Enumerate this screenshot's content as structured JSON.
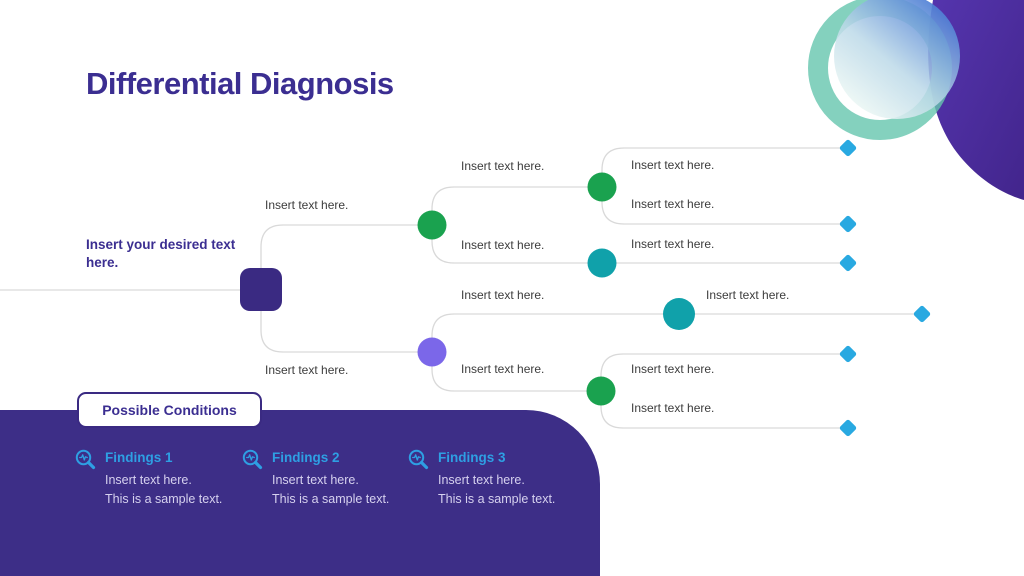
{
  "title": "Differential Diagnosis",
  "intro": {
    "text": "Insert your desired text here."
  },
  "tree": {
    "labels": [
      "Insert text here.",
      "Insert text here.",
      "Insert text here.",
      "Insert text here.",
      "Insert text here.",
      "Insert text here.",
      "Insert text here.",
      "Insert text here.",
      "Insert text here.",
      "Insert text here.",
      "Insert text here.",
      "Insert text here."
    ]
  },
  "panel": {
    "badge": "Possible Conditions",
    "findings": [
      {
        "heading": "Findings 1",
        "line1": "Insert text here.",
        "line2": "This is a sample text."
      },
      {
        "heading": "Findings 2",
        "line1": "Insert text here.",
        "line2": "This is a sample text."
      },
      {
        "heading": "Findings 3",
        "line1": "Insert text here.",
        "line2": "This is a sample text."
      }
    ]
  },
  "colors": {
    "title_purple": "#3b2e91",
    "panel_purple": "#3d2e87",
    "root_purple": "#3a2a82",
    "node_green": "#1aa24f",
    "node_teal": "#10a1aa",
    "node_small_purple": "#7b67e9",
    "diamond_blue": "#29a9e1",
    "findings_blue": "#2e9fe3",
    "connector_gray": "#d9d9d9",
    "ornament_teal_ring": "#6fc8b3",
    "ornament_blob_purple": "#4e2e9e"
  }
}
